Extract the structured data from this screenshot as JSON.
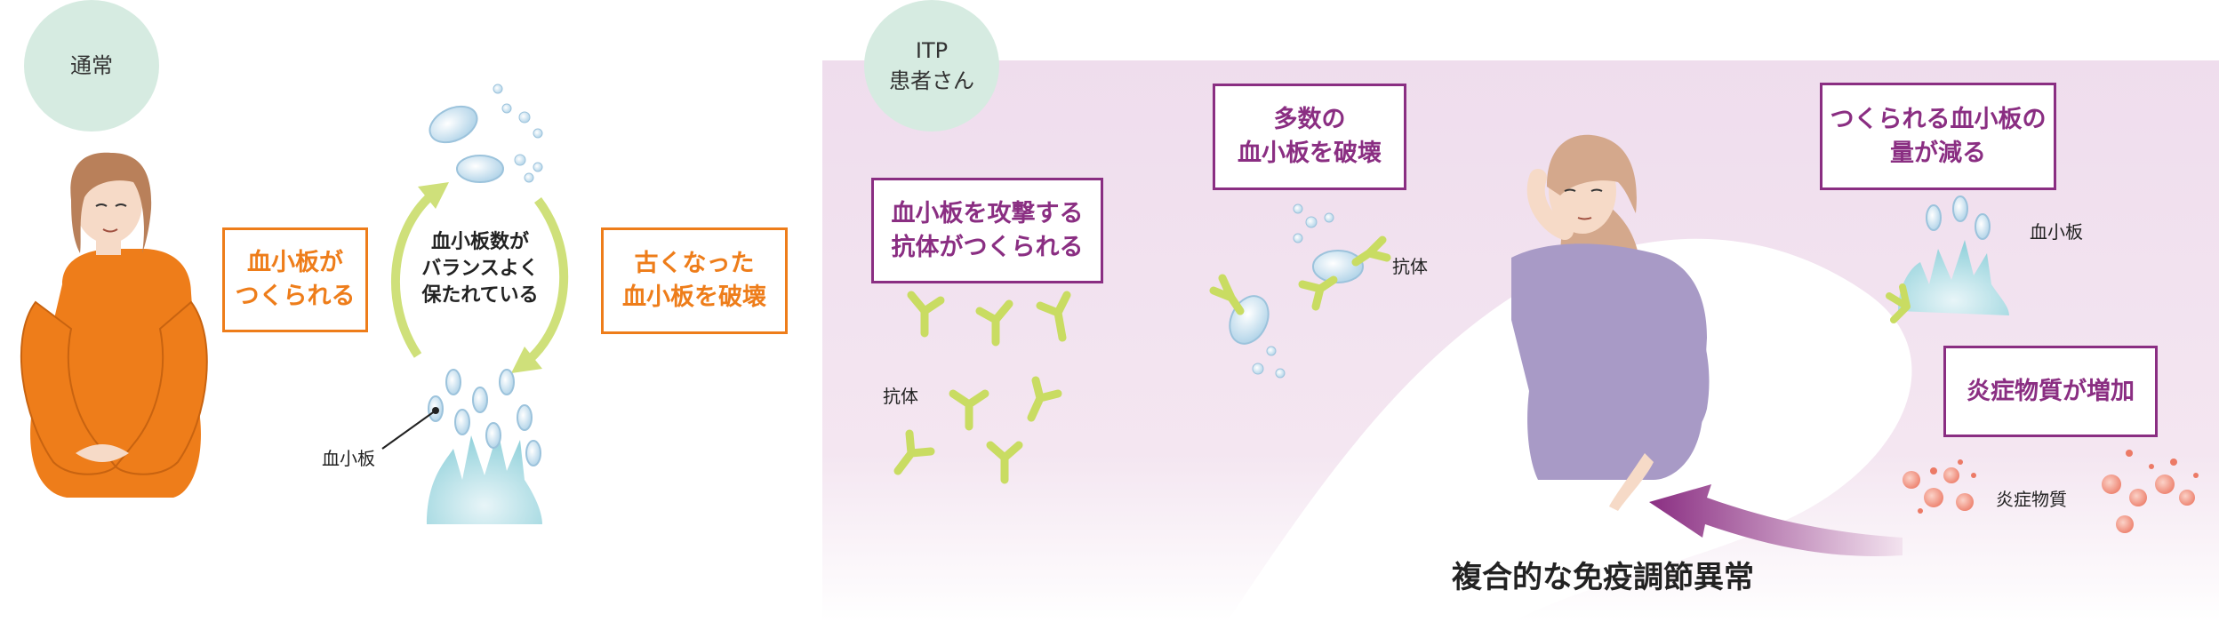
{
  "left_panel": {
    "badge": "通常",
    "box_left": "血小板が\nつくられる",
    "center": "血小板数が\nバランスよく\n保たれている",
    "box_right": "古くなった\n血小板を破壊",
    "platelet_label": "血小板"
  },
  "right_panel": {
    "badge": "ITP\n患者さん",
    "box1": "血小板を攻撃する\n抗体がつくられる",
    "antibody_label": "抗体",
    "box2": "多数の\n血小板を破壊",
    "antibody_label2": "抗体",
    "box3": "つくられる血小板の\n量が減る",
    "platelet_label": "血小板",
    "box4": "炎症物質が増加",
    "inflammatory_label": "炎症物質",
    "bottom_caption": "複合的な免疫調節異常"
  },
  "colors": {
    "orange": "#ee7d1a",
    "purple": "#8a2e82",
    "badge_bg": "#d6ebe1",
    "bg_pink": "#efdded",
    "antibody": "#c9dc62",
    "arrow_green": "#cfe07a",
    "sweater": "#a89ac6"
  }
}
